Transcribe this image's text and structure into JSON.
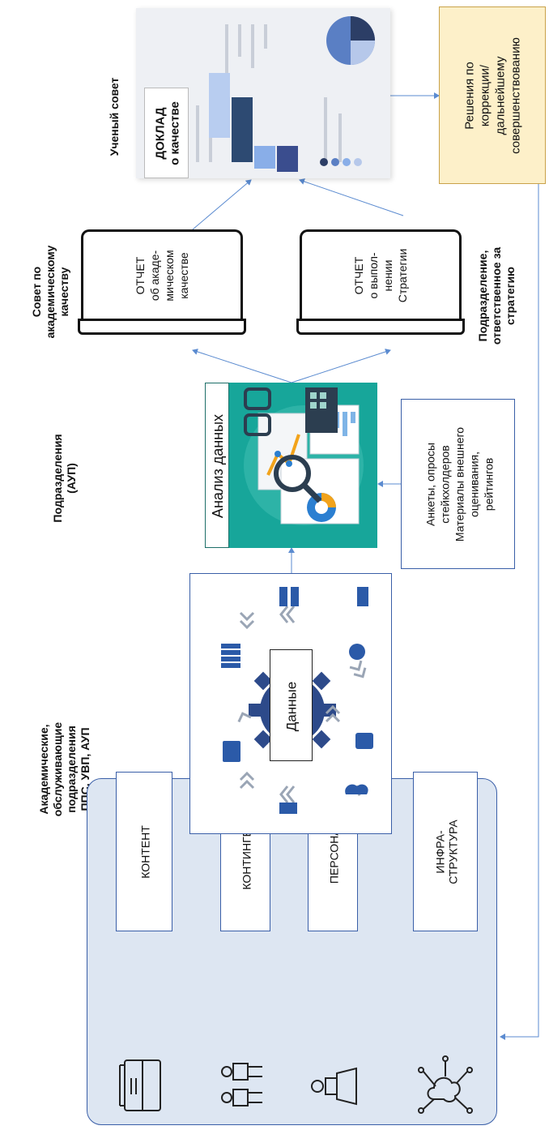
{
  "headers": {
    "academic_units": "Академические,\nобслуживающие\nподразделения\nППС, УВП, АУП",
    "divisions": "Подразделения\n(АУП)",
    "academic_quality_council": "Совет по\nакадемическому\nкачеству",
    "strategy_unit": "Подразделение,\nответственное за\nстратегию",
    "academic_council": "Ученый совет"
  },
  "resources": [
    {
      "label": "КОНТЕНТ",
      "icon": "book-icon"
    },
    {
      "label": "КОНТИНГЕНТ",
      "icon": "students-icon"
    },
    {
      "label": "ПЕРСОНАЛ",
      "icon": "staff-icon"
    },
    {
      "label": "ИНФРА-\nСТРУКТУРА",
      "icon": "cloud-network-icon"
    }
  ],
  "data_box": {
    "label": "Данные"
  },
  "analysis_box": {
    "label": "Анализ данных"
  },
  "sources_box": {
    "label": "Анкеты, опросы\nстейкхолдеров\nМатериалы внешнего\nоценивания,\nрейтингов"
  },
  "reports": [
    {
      "label": "ОТЧЕТ\nоб акаде-\nмическом\nкачестве"
    },
    {
      "label": "ОТЧЕТ\nо выпол-\nнении\nСтратегии"
    }
  ],
  "quality_doc": {
    "label": "ДОКЛАД\nо качестве"
  },
  "decisions_box": {
    "label": "Решения по\nкоррекции/\nдальнейшему\nсовершенствованию"
  },
  "colors": {
    "arrow": "#5b8bd0",
    "resource_panel": "#dde6f2",
    "resource_border": "#3a5fa8",
    "teal": "#17a69a",
    "decision_bg": "#fdf0c9",
    "decision_border": "#c9a24a",
    "navy": "#2a3a6e"
  }
}
